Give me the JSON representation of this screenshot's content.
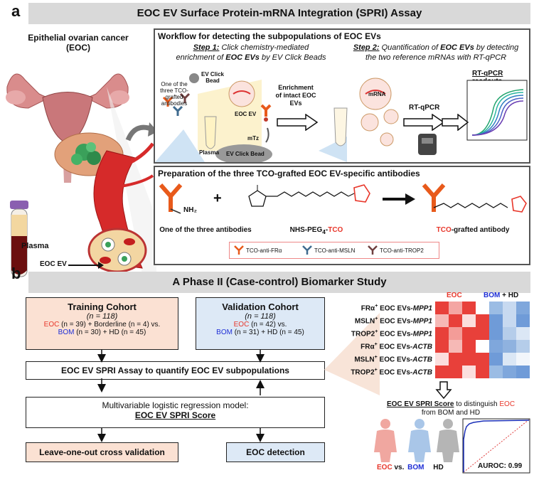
{
  "panel_a": {
    "letter": "a",
    "title": "EOC EV Surface Protein-mRNA Integration (SPRI) Assay",
    "eoc_label_1": "Epithelial ovarian cancer",
    "eoc_label_2": "(EOC)",
    "plasma_label": "Plasma",
    "eoc_ev_label": "EOC EV",
    "workflow": {
      "title": "Workflow for detecting the subpopulations of EOC EVs",
      "step1_prefix": "Step 1:",
      "step1_line1": "Click chemistry-mediated",
      "step1_line2_a": "enrichment of ",
      "step1_line2_b": "EOC EVs",
      "step1_line2_c": " by EV Click Beads",
      "step2_prefix": "Step 2:",
      "step2_line1_a": "Quantification of ",
      "step2_line1_b": "EOC EVs",
      "step2_line1_c": " by detecting",
      "step2_line2": "the two reference mRNAs with RT-qPCR",
      "antibodies_label": "One of the three TCO-grafted antibodies",
      "ev_click_bead": "EV Click Bead",
      "eoc_ev": "EOC EV",
      "mtz": "mTz",
      "plasma": "Plasma",
      "ev_click_bead_bottom": "EV Click Bead",
      "enrichment": "Enrichment of intact EOC EVs",
      "mrna": "mRNA",
      "rtqpcr": "RT-qPCR",
      "readouts": "RT-qPCR readouts"
    },
    "prep": {
      "title": "Preparation of the three TCO-grafted EOC EV-specific antibodies",
      "nh2": "NH₂",
      "plus": "+",
      "label_antibody": "One of the three antibodies",
      "label_nhs_a": "NHS-PEG",
      "label_nhs_sub": "4",
      "label_nhs_b": "-",
      "label_nhs_c": "TCO",
      "label_grafted_a": "TCO",
      "label_grafted_b": "-grafted antibody",
      "legend": [
        "TCO-anti-FRα",
        "TCO-anti-MSLN",
        "TCO-anti-TROP2"
      ]
    }
  },
  "panel_b": {
    "letter": "b",
    "title": "A Phase II (Case-control) Biomarker Study",
    "training": {
      "title": "Training Cohort",
      "n": "(n = 118)",
      "line1_a": "EOC",
      "line1_b": " (n = 39) + Borderline (n = 4) vs.",
      "line2_a": "BOM",
      "line2_b": " (n = 30) + HD (n = 45)"
    },
    "validation": {
      "title": "Validation Cohort",
      "n": "(n = 118)",
      "line1_a": "EOC",
      "line1_b": " (n = 42) vs.",
      "line2_a": "BOM",
      "line2_b": " (n = 31) + HD (n = 45)"
    },
    "spri_box": "EOC EV SPRI Assay to quantify EOC EV subpopulations",
    "model_line1": "Multivariable logistic regression model:",
    "model_line2": "EOC EV SPRI Score",
    "loocv": "Leave-one-out cross validation",
    "detection": "EOC detection",
    "heatmap": {
      "header_eoc": "EOC",
      "header_bom": "BOM",
      "header_plus": " + HD",
      "rows": [
        {
          "marker": "FRα",
          "sup": "+",
          "mid": " EOC EVs-",
          "gene": "MPP1"
        },
        {
          "marker": "MSLN",
          "sup": "+",
          "mid": " EOC EVs-",
          "gene": "MPP1"
        },
        {
          "marker": "TROP2",
          "sup": "+",
          "mid": " EOC EVs-",
          "gene": "MPP1"
        },
        {
          "marker": "FRα",
          "sup": "+",
          "mid": " EOC EVs-",
          "gene": "ACTB"
        },
        {
          "marker": "MSLN",
          "sup": "+",
          "mid": " EOC EVs-",
          "gene": "ACTB"
        },
        {
          "marker": "TROP2",
          "sup": "+",
          "mid": " EOC EVs-",
          "gene": "ACTB"
        }
      ],
      "colors": [
        [
          "#e8403a",
          "#f4a6a3",
          "#e8403a",
          "#ffffff",
          "#9bbce4",
          "#c7d9f0",
          "#7fa7dc"
        ],
        [
          "#f6b9b6",
          "#e8403a",
          "#fbdedd",
          "#e8403a",
          "#6f9bd8",
          "#c7d9f0",
          "#6f9bd8"
        ],
        [
          "#e8403a",
          "#f39c98",
          "#e8403a",
          "#e8403a",
          "#6f9bd8",
          "#b5cdea",
          "#dbe7f5"
        ],
        [
          "#e8403a",
          "#f6b9b6",
          "#e8403a",
          "#ffffff",
          "#7fa7dc",
          "#8fb2df",
          "#b5cdea"
        ],
        [
          "#fbdedd",
          "#e8403a",
          "#e8403a",
          "#e8403a",
          "#6f9bd8",
          "#dbe7f5",
          "#f2f6fb"
        ],
        [
          "#e8403a",
          "#e8403a",
          "#fbdedd",
          "#e8403a",
          "#9bbce4",
          "#7fa7dc",
          "#6f9bd8"
        ]
      ]
    },
    "score": {
      "title": "EOC EV SPRI Score",
      "line1_b": " to distinguish ",
      "line1_c": "EOC",
      "line2": "from BOM and HD"
    },
    "silhouettes": {
      "eoc": "EOC",
      "vs": "vs.",
      "bom": "BOM",
      "hd": "HD"
    },
    "auroc": "AUROC: 0.99"
  }
}
